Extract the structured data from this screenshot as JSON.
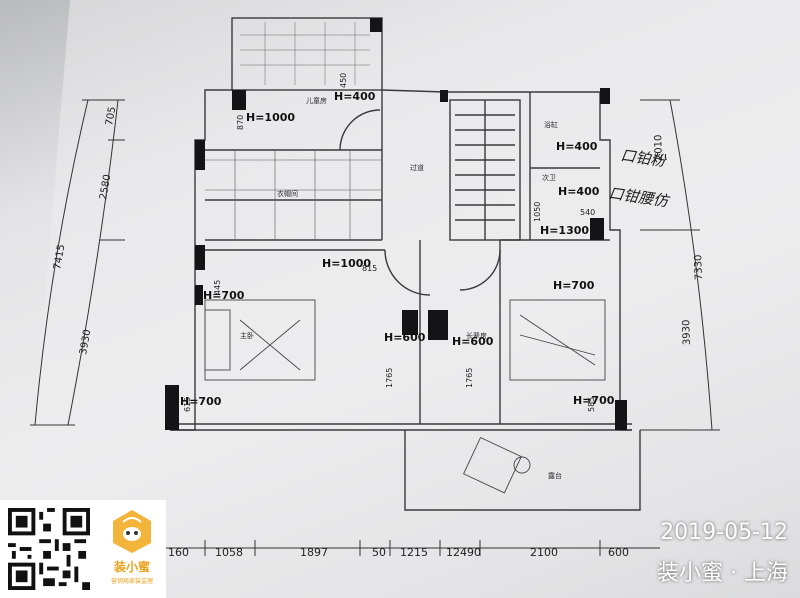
{
  "rooms": {
    "child": "儿童房",
    "closet": "衣帽间",
    "corridor": "过道",
    "bath": "浴缸",
    "bath2": "次卫",
    "master": "主卧",
    "elder": "长辈房",
    "balcony": "露台"
  },
  "heights": {
    "child_top": "H=400",
    "child_left": "H=1000",
    "bath_a": "H=400",
    "bath_b": "H=400",
    "bath_c": "H=1300",
    "closet_sw": "H=1000",
    "master_top": "H=700",
    "elder_top": "H=700",
    "mid_a": "H=600",
    "mid_b": "H=600",
    "master_bot": "H=700",
    "elder_bot": "H=700"
  },
  "small_dims": {
    "d450": "450",
    "d870": "870",
    "d815": "815",
    "d1050": "1050",
    "d540": "540",
    "d445": "445",
    "d615": "615",
    "d1765a": "1765",
    "d1765b": "1765",
    "d585": "585"
  },
  "left_dims": {
    "total": "7415",
    "a": "705",
    "b": "2580",
    "c": "3930"
  },
  "right_dims": {
    "total": "7330",
    "a": "2010",
    "b": "3930"
  },
  "bottom_dims": [
    "160",
    "1058",
    "1897",
    "50",
    "1215",
    "12490",
    "2100",
    "600"
  ],
  "handwriting": {
    "line1": "口铂粉",
    "line2": "口钳腰仿"
  },
  "watermark": {
    "brand": "装小蜜",
    "tagline": "营销局家装监理"
  },
  "stamp": {
    "date": "2019-05-12",
    "location": "装小蜜 · 上海"
  }
}
